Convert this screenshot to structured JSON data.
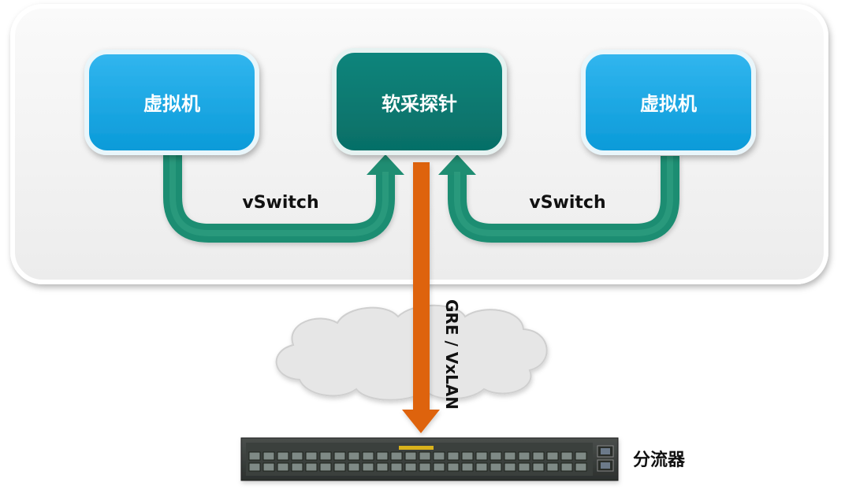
{
  "nodes": {
    "vm_left": {
      "label": "虚拟机"
    },
    "probe": {
      "label": "软采探针"
    },
    "vm_right": {
      "label": "虚拟机"
    },
    "splitter": {
      "label": "分流器"
    }
  },
  "links": {
    "vswitch_left": {
      "label": "vSwitch"
    },
    "vswitch_right": {
      "label": "vSwitch"
    },
    "tunnel": {
      "label": "GRE / VxLAN"
    }
  },
  "colors": {
    "vm_fill": "#1aa9e6",
    "probe_fill": "#067a72",
    "vswitch_arrow": "#239578",
    "tunnel_arrow": "#e0660b",
    "host_panel": "#f2f2f2",
    "cloud": "#e7e7e7"
  }
}
